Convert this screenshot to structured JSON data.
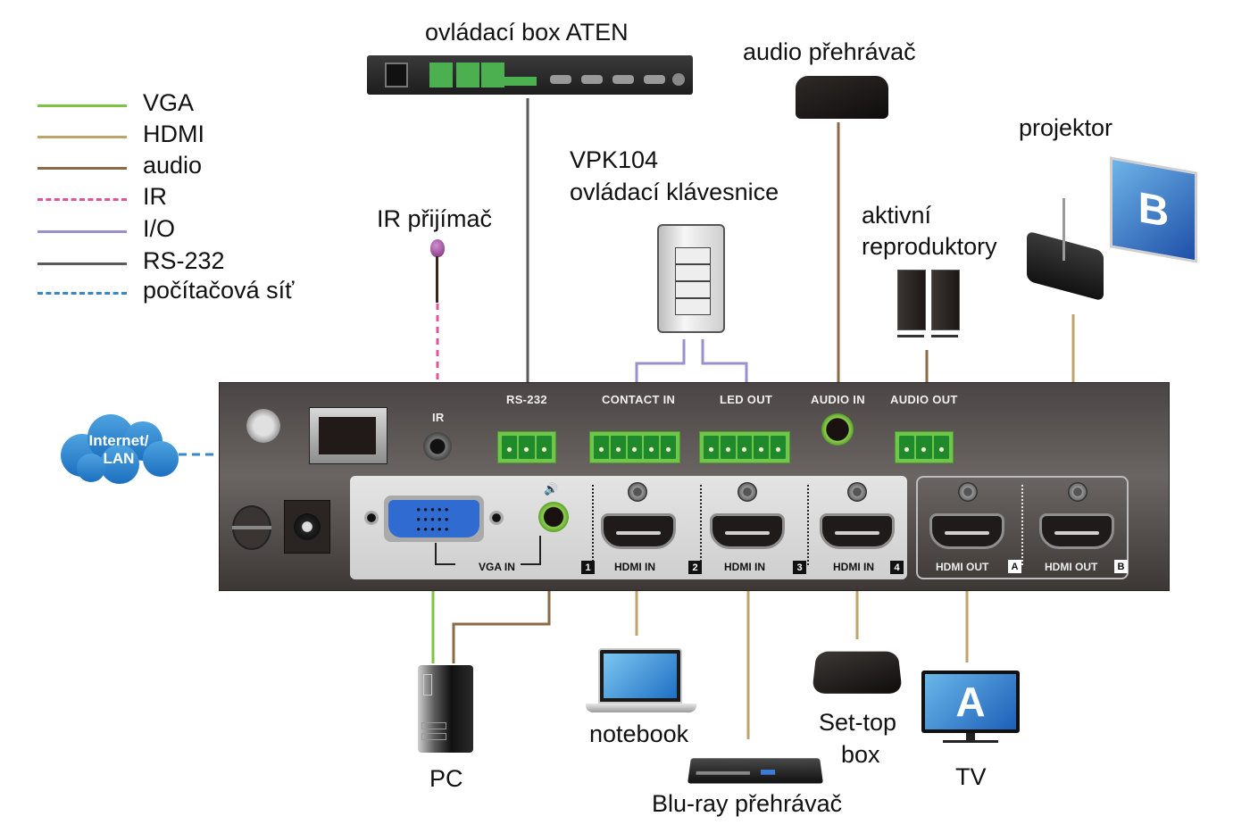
{
  "legend": {
    "items": [
      {
        "label": "VGA",
        "color": "#7dc242",
        "style": "solid"
      },
      {
        "label": "HDMI",
        "color": "#bfa46a",
        "style": "solid"
      },
      {
        "label": "audio",
        "color": "#8b6a45",
        "style": "solid"
      },
      {
        "label": "IR",
        "color": "#e0559a",
        "style": "dashed"
      },
      {
        "label": "I/O",
        "color": "#9b8fd0",
        "style": "solid"
      },
      {
        "label": "RS-232",
        "color": "#5a5a5a",
        "style": "solid"
      },
      {
        "label": "počítačová síť",
        "color": "#3d86c4",
        "style": "dashed"
      }
    ]
  },
  "devices": {
    "control_box": "ovládací box ATEN",
    "audio_player": "audio přehrávač",
    "projector": "projektor",
    "keypad_model": "VPK104",
    "keypad_name": "ovládací klávesnice",
    "ir_receiver": "IR přijímač",
    "speakers_line1": "aktivní",
    "speakers_line2": "reproduktory",
    "network_line1": "Internet/",
    "network_line2": "LAN",
    "pc": "PC",
    "notebook": "notebook",
    "bluray": "Blu-ray přehrávač",
    "settop_line1": "Set-top",
    "settop_line2": "box",
    "tv": "TV",
    "tv_screen_letter": "A",
    "projector_screen_letter": "B"
  },
  "panel": {
    "ir": "IR",
    "rs232": "RS-232",
    "contact_in": "CONTACT IN",
    "led_out": "LED OUT",
    "audio_in": "AUDIO IN",
    "audio_out": "AUDIO OUT",
    "vga_in": "VGA IN",
    "hdmi_in": "HDMI  IN",
    "hdmi_in_short": "HDMI IN",
    "hdmi_out": "HDMI OUT",
    "in_numbers": [
      "1",
      "2",
      "3",
      "4"
    ],
    "out_letters": [
      "A",
      "B"
    ],
    "speaker_glyph": "🔊"
  },
  "colors": {
    "vga": "#7dc242",
    "hdmi": "#bfa46a",
    "audio": "#8b6a45",
    "ir": "#e0559a",
    "io": "#9b8fd0",
    "rs232": "#5a5a5a",
    "network": "#3d86c4",
    "terminal_green": "#6fc64a"
  }
}
